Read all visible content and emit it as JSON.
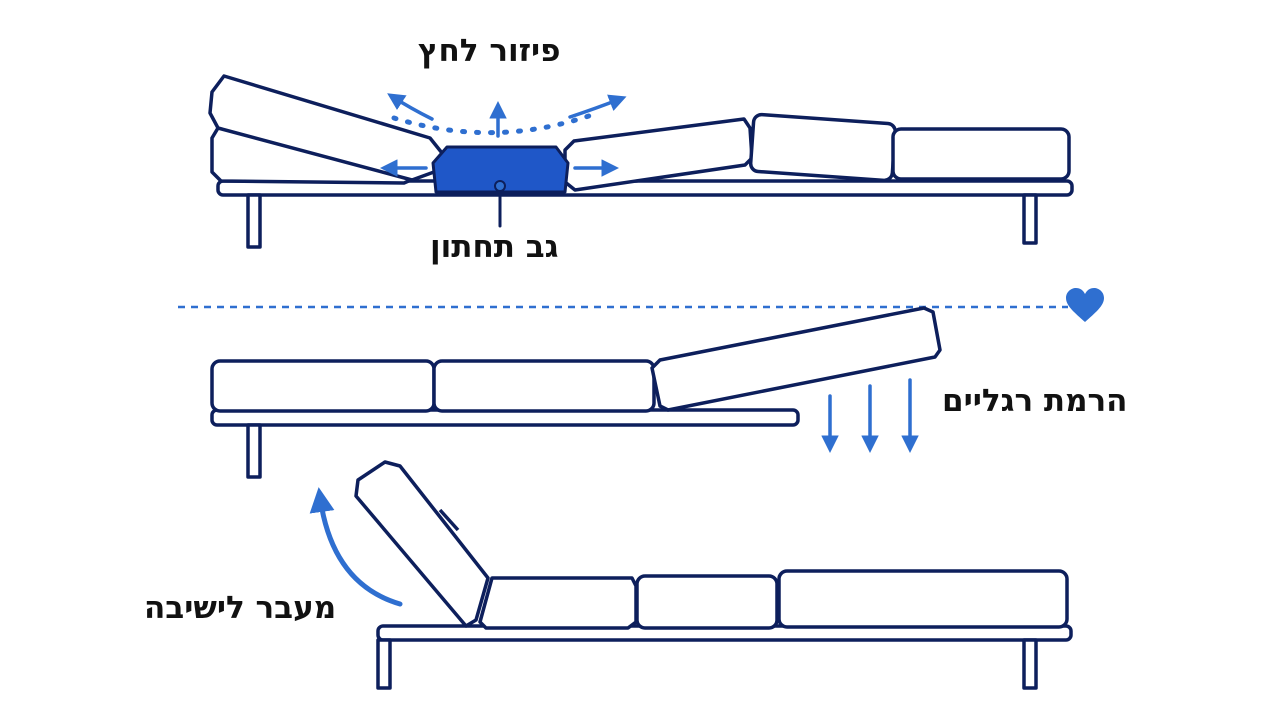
{
  "labels": {
    "pressure_relief": "פיזור לחץ",
    "lower_back": "גב תחתון",
    "leg_elevation": "הרמת רגליים",
    "sit_transition": "מעבר לישיבה"
  },
  "icons": {
    "divider_marker": "heart-icon"
  },
  "colors": {
    "outline": "#0d1f5c",
    "accent": "#2f6fd0",
    "highlight_fill": "#1f57c8",
    "text": "#111111",
    "background": "#ffffff"
  }
}
